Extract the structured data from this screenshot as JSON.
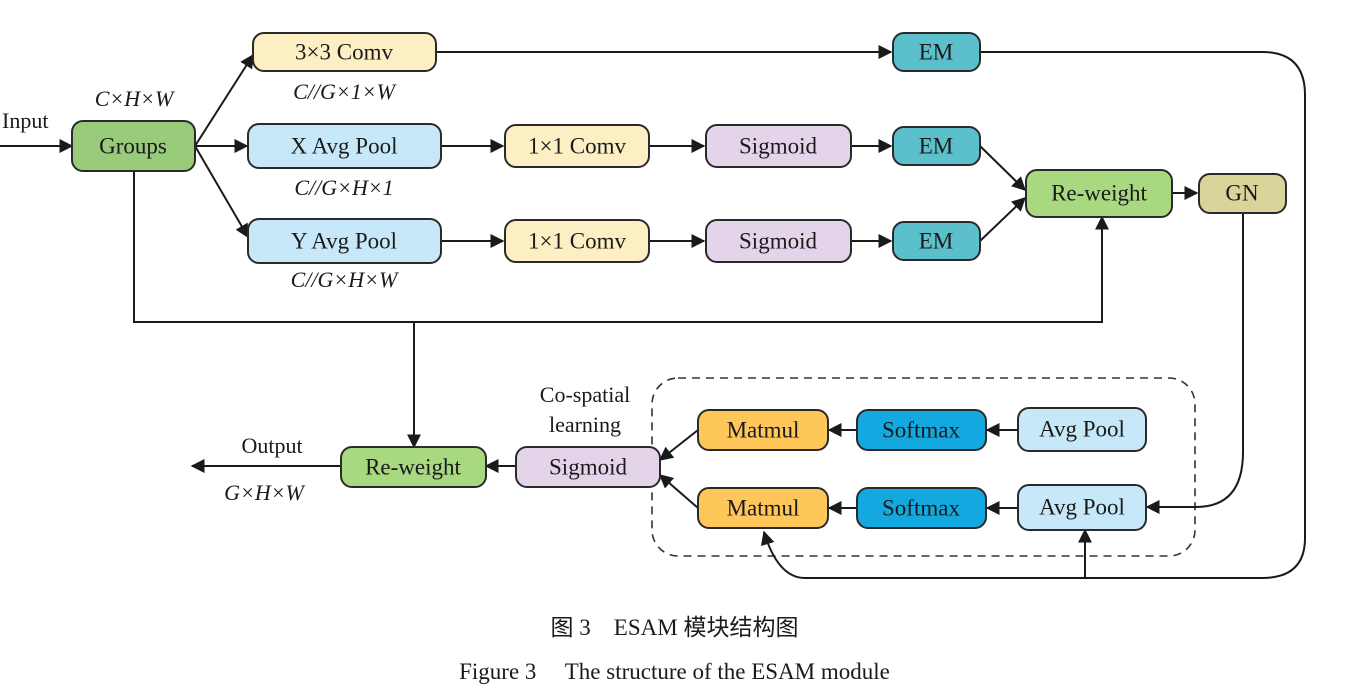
{
  "colors": {
    "groups": "#99cc7a",
    "conv": "#fdefc4",
    "pool": "#c6e8f8",
    "sigmoid": "#e3d4ea",
    "em": "#5bc0cc",
    "reweight": "#a8d880",
    "gn": "#d8d49a",
    "matmul": "#ffc65a",
    "softmax": "#13a9e0",
    "line": "#1a1a1a"
  },
  "nodes": {
    "groups": "Groups",
    "conv3": "3×3 Comv",
    "em_top": "EM",
    "xpool": "X Avg Pool",
    "conv1_x": "1×1 Comv",
    "sigmoid_x": "Sigmoid",
    "em_x": "EM",
    "ypool": "Y Avg Pool",
    "conv1_y": "1×1 Comv",
    "sigmoid_y": "Sigmoid",
    "em_y": "EM",
    "reweight_top": "Re-weight",
    "gn": "GN",
    "matmul_top": "Matmul",
    "softmax_top": "Softmax",
    "avgpool_top": "Avg Pool",
    "matmul_bottom": "Matmul",
    "softmax_bottom": "Softmax",
    "avgpool_bottom": "Avg Pool",
    "sigmoid_out": "Sigmoid",
    "reweight_out": "Re-weight"
  },
  "labels": {
    "input": "Input",
    "input_dim": "C×H×W",
    "dim_conv3": "C//G×1×W",
    "dim_xpool": "C//G×H×1",
    "dim_ypool": "C//G×H×W",
    "co_spatial_1": "Co-spatial",
    "co_spatial_2": "learning",
    "output": "Output",
    "output_dim": "G×H×W"
  },
  "caption": {
    "zh": "图 3　ESAM 模块结构图",
    "en": "Figure 3　 The structure of the ESAM module"
  }
}
